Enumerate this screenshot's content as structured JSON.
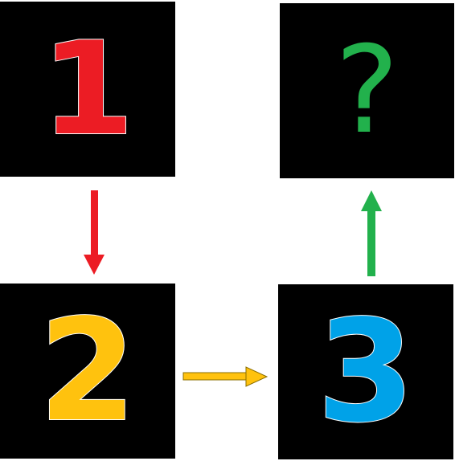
{
  "tiles": {
    "first": {
      "label": "1",
      "color": "#EC1C24"
    },
    "second": {
      "label": "2",
      "color": "#FFC20E"
    },
    "third": {
      "label": "3",
      "color": "#00A2E8"
    },
    "fourth": {
      "label": "?",
      "color": "#22B14C"
    }
  },
  "arrows": {
    "one_to_two": {
      "direction": "down",
      "color": "#EC1C24"
    },
    "two_to_three": {
      "direction": "right",
      "color": "#FFC20E"
    },
    "three_to_four": {
      "direction": "up",
      "color": "#22B14C"
    }
  }
}
